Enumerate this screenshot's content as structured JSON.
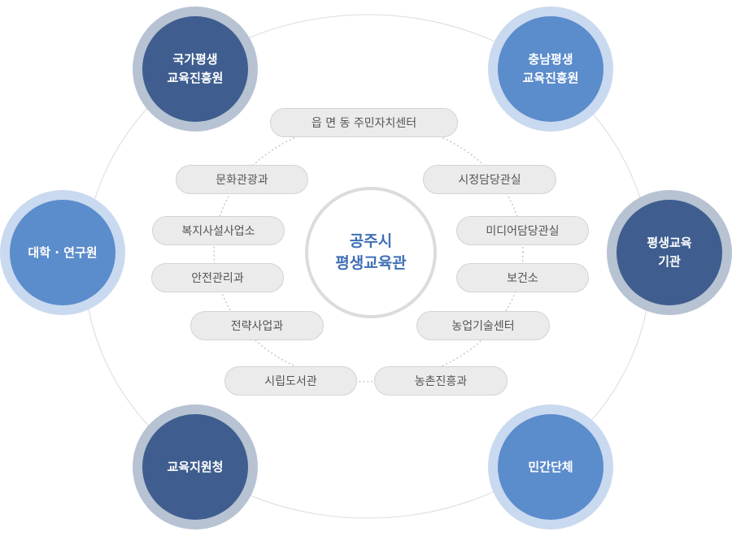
{
  "center": {
    "label": "공주시\n평생교육관"
  },
  "outer_nodes": [
    {
      "id": "national",
      "label": "국가평생\n교육진흥원",
      "style": "dark"
    },
    {
      "id": "chungnam",
      "label": "충남평생\n교육진흥원",
      "style": "light"
    },
    {
      "id": "university",
      "label": "대학 · 연구원",
      "style": "light"
    },
    {
      "id": "lifelong",
      "label": "평생교육\n기관",
      "style": "dark"
    },
    {
      "id": "education",
      "label": "교육지원청",
      "style": "dark"
    },
    {
      "id": "civil",
      "label": "민간단체",
      "style": "light"
    }
  ],
  "departments": [
    {
      "id": "eupmyeondong",
      "label": "읍 면 동 주민자치센터"
    },
    {
      "id": "culture",
      "label": "문화관광과"
    },
    {
      "id": "cityinfo",
      "label": "시정담당관실"
    },
    {
      "id": "welfare",
      "label": "복지사설사업소"
    },
    {
      "id": "media",
      "label": "미디어담당관실"
    },
    {
      "id": "safety",
      "label": "안전관리과"
    },
    {
      "id": "health",
      "label": "보건소"
    },
    {
      "id": "strategy",
      "label": "전략사업과"
    },
    {
      "id": "agri",
      "label": "농업기술센터"
    },
    {
      "id": "library",
      "label": "시립도서관"
    },
    {
      "id": "rural",
      "label": "농촌진흥과"
    }
  ],
  "colors": {
    "dark_node": "#3f5e8f",
    "light_node": "#5b8ccc",
    "center_text": "#3f6fb6",
    "pill_bg": "#ebebeb",
    "ring_line": "#d9d9d9"
  }
}
